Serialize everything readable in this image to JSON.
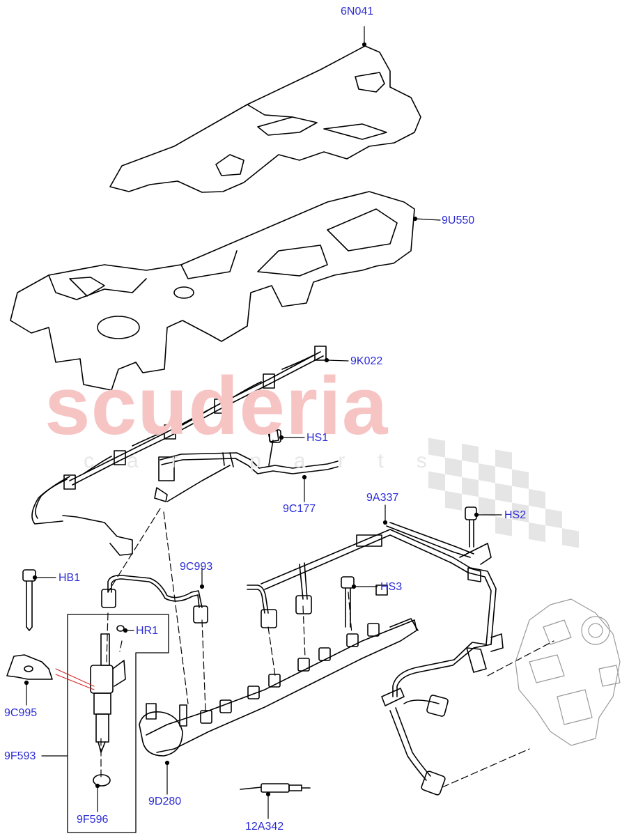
{
  "watermark": {
    "brand": "scuderia",
    "tagline": "car parts",
    "brand_color": "#f7c4c4"
  },
  "label_color": "#2b2bd6",
  "callouts": {
    "c6N041": "6N041",
    "c9U550": "9U550",
    "c9K022": "9K022",
    "cHS1": "HS1",
    "c9C177": "9C177",
    "c9A337": "9A337",
    "cHS2": "HS2",
    "c9C993": "9C993",
    "cHB1": "HB1",
    "cHS3": "HS3",
    "cHR1": "HR1",
    "c9C995": "9C995",
    "c9F593": "9F593",
    "c9D280": "9D280",
    "c9F596": "9F596",
    "c12A342": "12A342"
  }
}
